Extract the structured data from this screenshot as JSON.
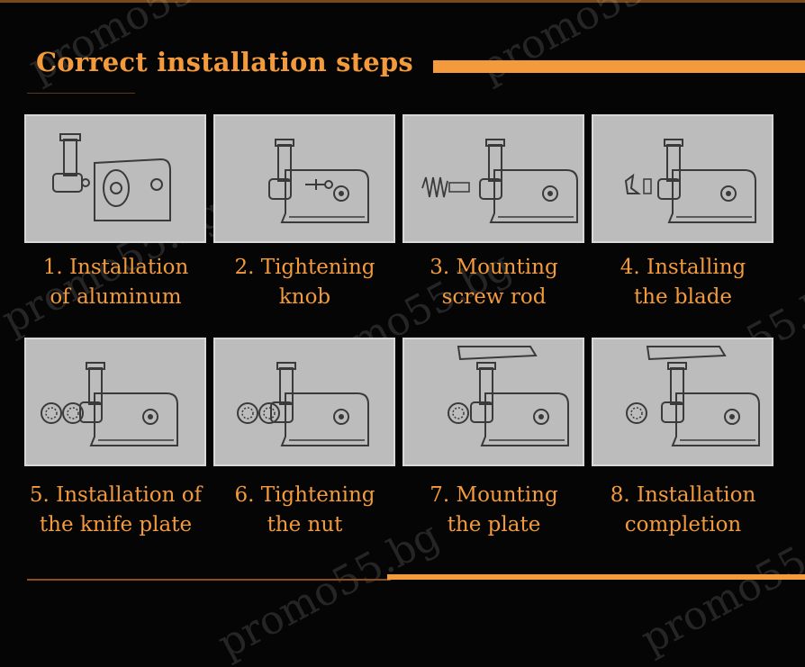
{
  "header": {
    "title": "Correct installation steps"
  },
  "colors": {
    "accent": "#f39a3c",
    "panel_bg": "#bcbcbc",
    "panel_border": "#d8d8d8",
    "background": "#050505",
    "line_art": "#3a3a3a"
  },
  "steps": [
    {
      "line1": "1. Installation",
      "line2": "of aluminum",
      "icon": "grinder-step-aluminum-head-icon"
    },
    {
      "line1": "2. Tightening",
      "line2": "knob",
      "icon": "grinder-step-knob-icon"
    },
    {
      "line1": "3. Mounting",
      "line2": "screw rod",
      "icon": "grinder-step-screw-rod-icon"
    },
    {
      "line1": "4. Installing",
      "line2": "the blade",
      "icon": "grinder-step-blade-icon"
    },
    {
      "line1": "5. Installation of",
      "line2": "the knife plate",
      "icon": "grinder-step-knife-plate-icon"
    },
    {
      "line1": "6. Tightening",
      "line2": "the nut",
      "icon": "grinder-step-nut-icon"
    },
    {
      "line1": "7. Mounting",
      "line2": "the plate",
      "icon": "grinder-step-tray-icon"
    },
    {
      "line1": "8. Installation",
      "line2": "completion",
      "icon": "grinder-step-complete-icon"
    }
  ],
  "watermark": "promo55.bg"
}
